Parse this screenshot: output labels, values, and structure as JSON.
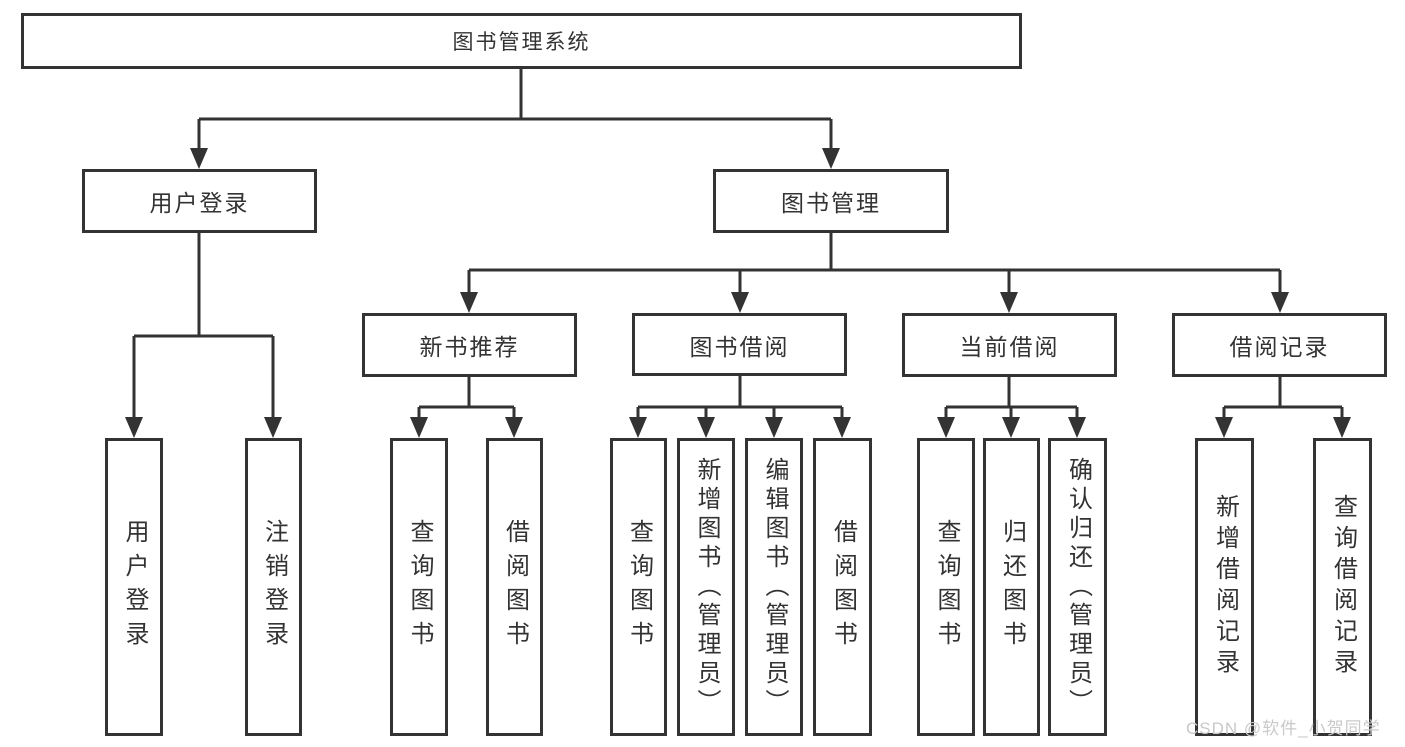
{
  "diagram": {
    "root": {
      "label": "图书管理系统"
    },
    "user_login": {
      "label": "用户登录",
      "children": [
        {
          "label": "用户登录"
        },
        {
          "label": "注销登录"
        }
      ]
    },
    "book_management": {
      "label": "图书管理"
    },
    "new_book_recommend": {
      "label": "新书推荐",
      "children": [
        {
          "label": "查询图书"
        },
        {
          "label": "借阅图书"
        }
      ]
    },
    "book_borrowing": {
      "label": "图书借阅",
      "children": [
        {
          "label": "查询图书"
        },
        {
          "label": "新增图书（管理员）"
        },
        {
          "label": "编辑图书（管理员）"
        },
        {
          "label": "借阅图书"
        }
      ]
    },
    "current_borrowing": {
      "label": "当前借阅",
      "children": [
        {
          "label": "查询图书"
        },
        {
          "label": "归还图书"
        },
        {
          "label": "确认归还（管理员）"
        }
      ]
    },
    "borrowing_records": {
      "label": "借阅记录",
      "children": [
        {
          "label": "新增借阅记录"
        },
        {
          "label": "查询借阅记录"
        }
      ]
    }
  },
  "watermark": "CSDN @软件_小贺同学",
  "colors": {
    "line": "#333333",
    "text": "#333333",
    "box_background": "#ffffff",
    "watermark": "#c9c9c9",
    "background": "#ffffff"
  }
}
